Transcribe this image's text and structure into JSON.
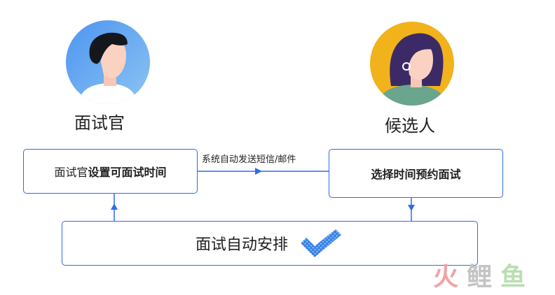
{
  "roles": {
    "interviewer": "面试官",
    "candidate": "候选人"
  },
  "boxes": {
    "interviewer_prefix": "面试官",
    "interviewer_action": "设置可面试时间",
    "candidate_action": "选择时间预约面试",
    "auto_arrange": "面试自动安排"
  },
  "arrow_label": "系统自动发送短信/邮件",
  "watermark": "火鲤鱼",
  "colors": {
    "accent": "#2f6bea",
    "interviewer_bg": "#5aa6f2",
    "candidate_bg": "#f2b21b",
    "check": "#3a84e6",
    "watermark_red": "#f0a3a3",
    "watermark_green": "#b9dfb2"
  }
}
